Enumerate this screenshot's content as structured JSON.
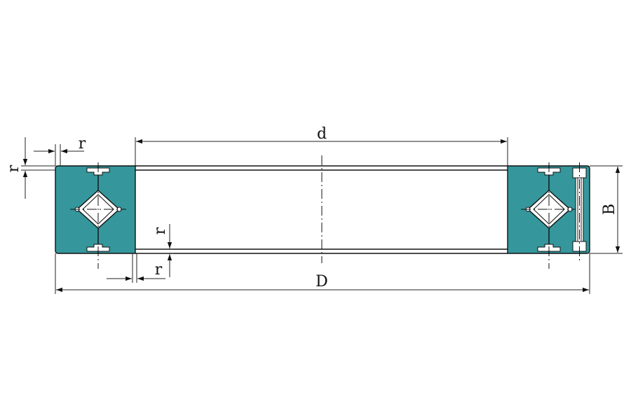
{
  "colors": {
    "ring_fill": "#35979c",
    "line": "#111111",
    "background": "#ffffff"
  },
  "labels": {
    "inner_diameter": "d",
    "outer_diameter": "D",
    "width": "B",
    "chamfer": "r"
  }
}
